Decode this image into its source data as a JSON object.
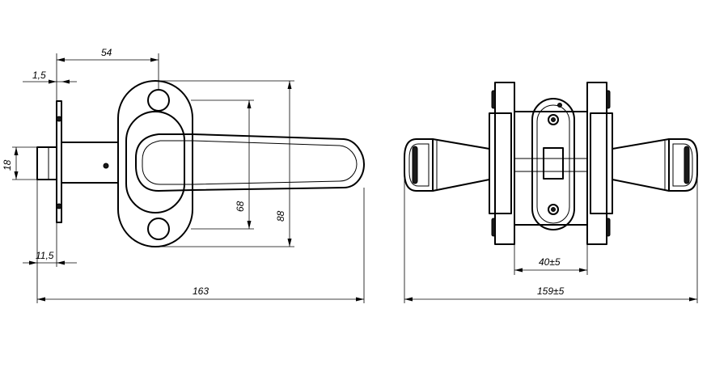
{
  "dimensions": {
    "d54": "54",
    "d1_5": "1,5",
    "d18": "18",
    "d11_5": "11,5",
    "d68": "68",
    "d88": "88",
    "d163": "163",
    "d40": "40±5",
    "d159": "159±5"
  }
}
